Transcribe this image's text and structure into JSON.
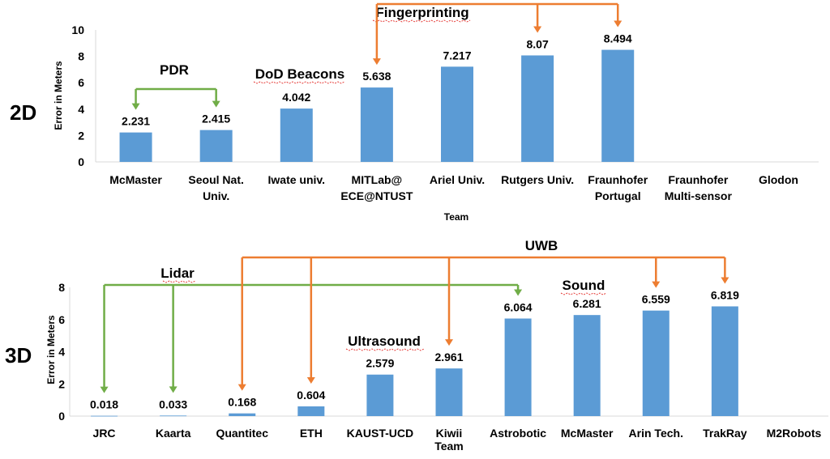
{
  "colors": {
    "bar": "#5b9bd5",
    "green": "#70ad47",
    "orange": "#ed7d31"
  },
  "chart_data": [
    {
      "id": "2d",
      "type": "bar",
      "side_label": "2D",
      "ylabel": "Error in Meters",
      "xlabel": "Team",
      "ylim": [
        0,
        10
      ],
      "yticks": [
        0,
        2,
        4,
        6,
        8,
        10
      ],
      "grid": false,
      "categories": [
        [
          "McMaster"
        ],
        [
          "Seoul Nat.",
          "Univ."
        ],
        [
          "Iwate univ."
        ],
        [
          "MITLab@",
          "ECE@NTUST"
        ],
        [
          "Ariel Univ."
        ],
        [
          "Rutgers Univ."
        ],
        [
          "Fraunhofer",
          "Portugal"
        ],
        [
          "Fraunhofer",
          "Multi-sensor"
        ],
        [
          "Glodon"
        ]
      ],
      "values": [
        2.231,
        2.415,
        4.042,
        5.638,
        7.217,
        8.07,
        8.494,
        null,
        null
      ],
      "data_labels": [
        "2.231",
        "2.415",
        "4.042",
        "5.638",
        "7.217",
        "8.07",
        "8.494",
        "",
        ""
      ],
      "annotations": [
        {
          "text": "PDR",
          "color": "green",
          "targets": [
            0,
            1
          ]
        },
        {
          "text": "DoD Beacons",
          "color": "none",
          "targets": [
            2
          ]
        },
        {
          "text": "Fingerprinting",
          "color": "orange",
          "targets": [
            3,
            5,
            6
          ]
        }
      ]
    },
    {
      "id": "3d",
      "type": "bar",
      "side_label": "3D",
      "ylabel": "Error in Meters",
      "xlabel": "",
      "ylim": [
        0,
        8
      ],
      "yticks": [
        0,
        2,
        4,
        6,
        8
      ],
      "grid": false,
      "categories": [
        [
          "JRC"
        ],
        [
          "Kaarta"
        ],
        [
          "Quantitec"
        ],
        [
          "ETH"
        ],
        [
          "KAUST-UCD"
        ],
        [
          "Kiwii",
          "Team"
        ],
        [
          "Astrobotic"
        ],
        [
          "McMaster"
        ],
        [
          "Arin Tech."
        ],
        [
          "TrakRay"
        ],
        [
          "M2Robots"
        ]
      ],
      "values": [
        0.018,
        0.033,
        0.168,
        0.604,
        2.579,
        2.961,
        6.064,
        6.281,
        6.559,
        6.819,
        null
      ],
      "data_labels": [
        "0.018",
        "0.033",
        "0.168",
        "0.604",
        "2.579",
        "2.961",
        "6.064",
        "6.281",
        "6.559",
        "6.819",
        ""
      ],
      "annotations": [
        {
          "text": "Lidar",
          "color": "green",
          "targets": [
            0,
            1,
            6
          ]
        },
        {
          "text": "UWB",
          "color": "orange",
          "targets": [
            2,
            3,
            5,
            8,
            9
          ]
        },
        {
          "text": "Ultrasound",
          "color": "none",
          "targets": [
            4
          ]
        },
        {
          "text": "Sound",
          "color": "none",
          "targets": [
            7
          ]
        }
      ]
    }
  ]
}
